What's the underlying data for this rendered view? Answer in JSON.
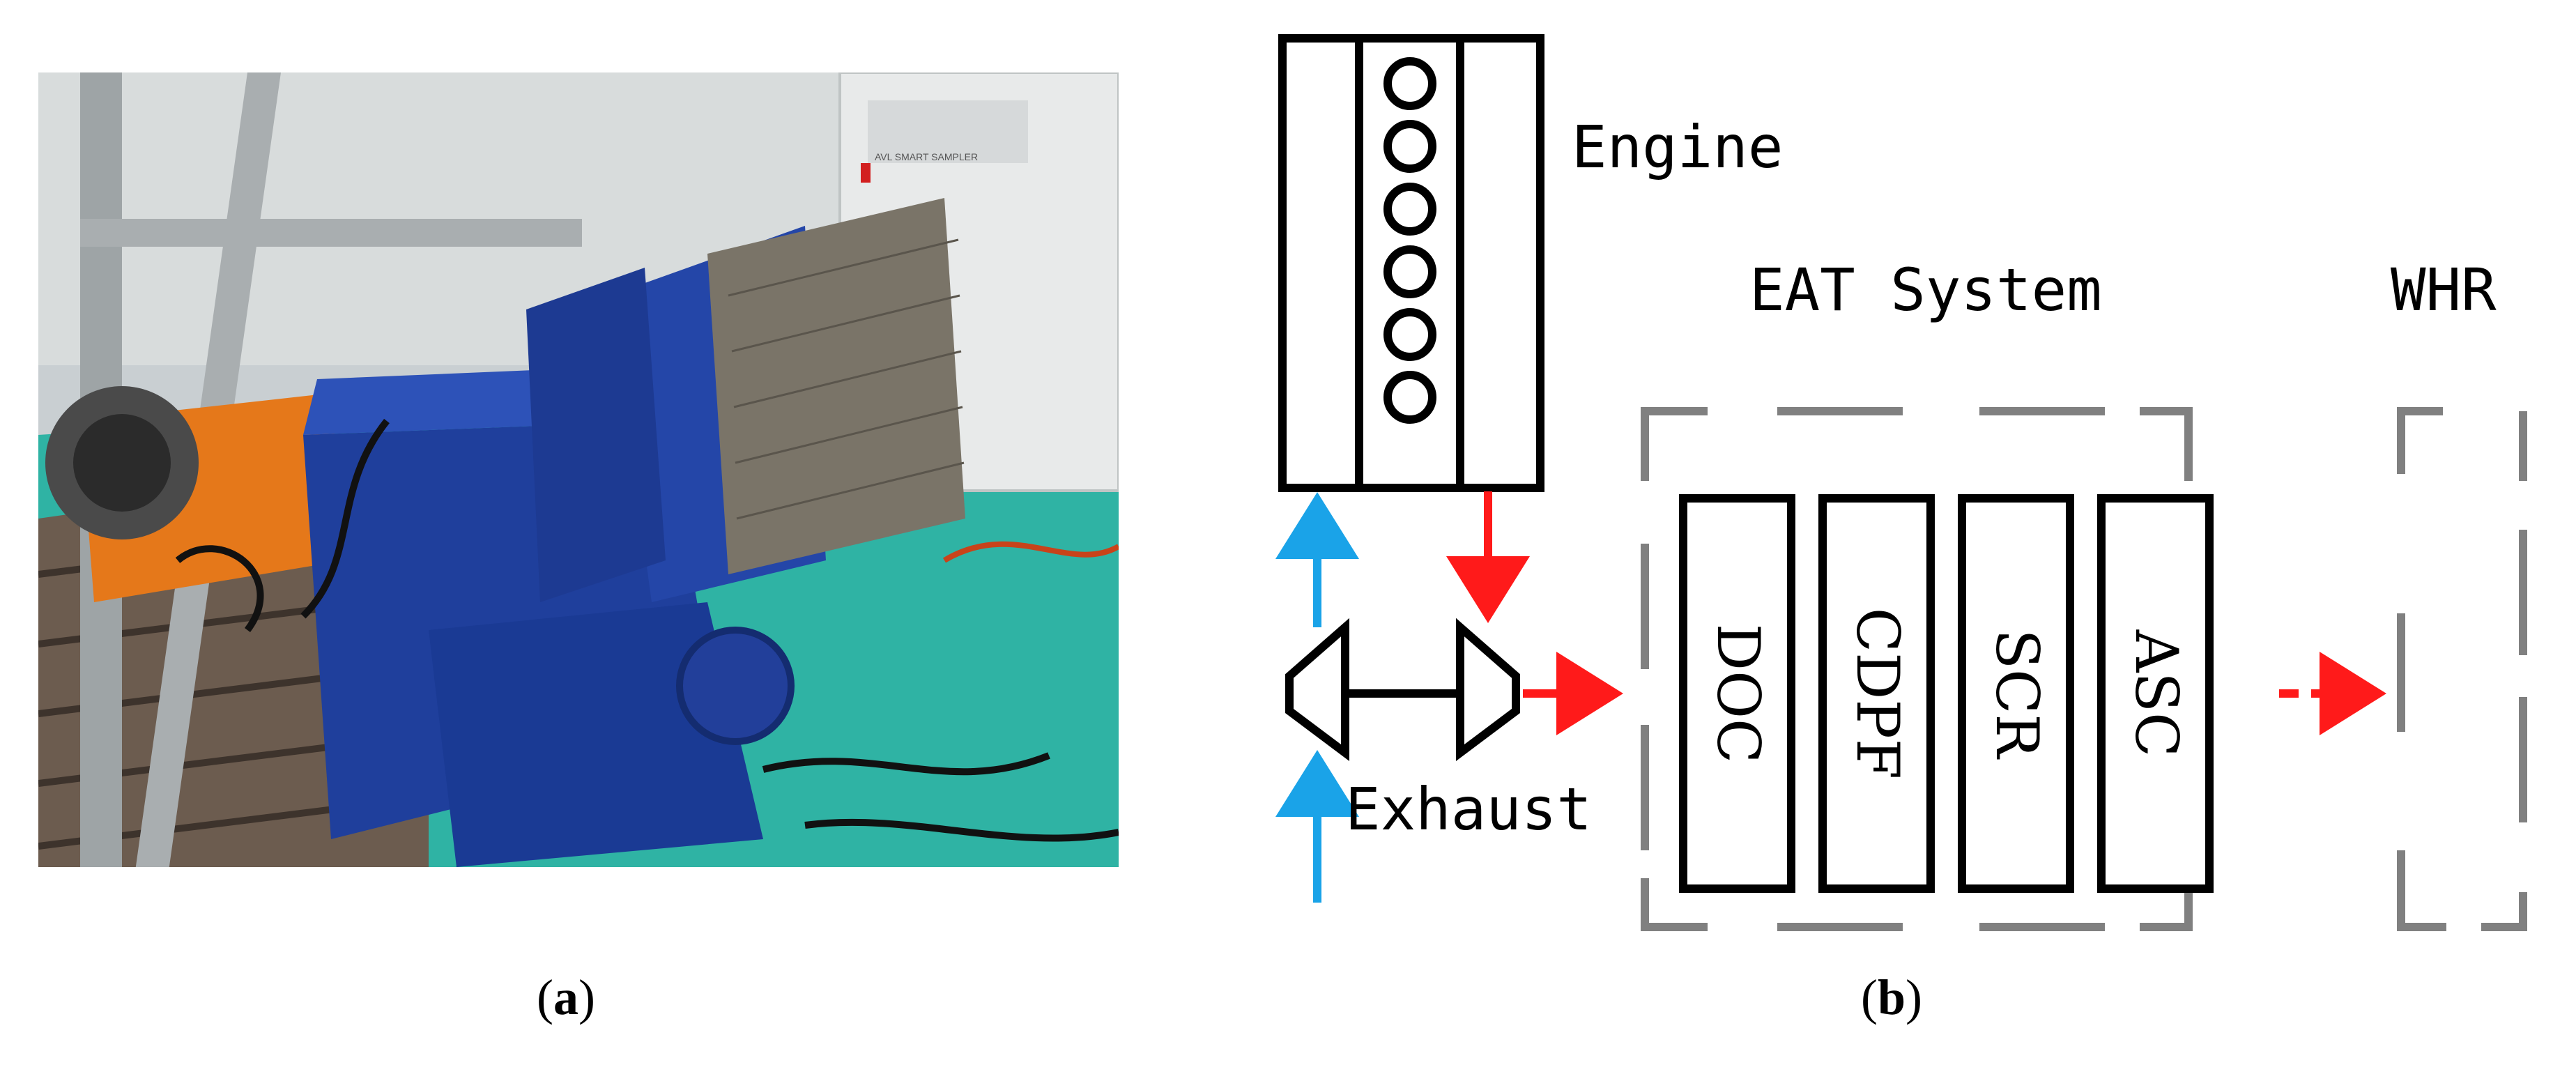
{
  "panel_a": {
    "photo_caption_letter": "a",
    "machine_label": "AVL SMART SAMPLER"
  },
  "panel_b": {
    "caption_letter": "b",
    "labels": {
      "engine": "Engine",
      "eat_system": "EAT System",
      "whr": "WHR",
      "exhaust": "Exhaust"
    },
    "eat_components": [
      "DOC",
      "CDPF",
      "SCR",
      "ASC"
    ],
    "colors": {
      "air_intake": "#1aa3e8",
      "exhaust_flow": "#ff1a1a",
      "frame_dash": "#808080",
      "outline": "#000000"
    },
    "engine_cylinders": 6
  }
}
